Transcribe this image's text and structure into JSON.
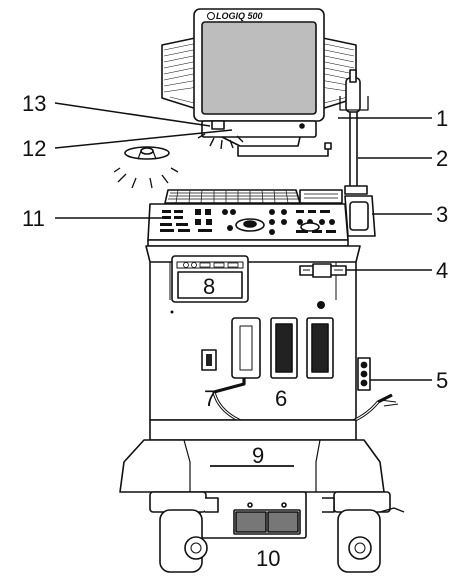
{
  "brand": "LOGIQ 500",
  "callouts": [
    {
      "id": "1",
      "label": "1"
    },
    {
      "id": "2",
      "label": "2"
    },
    {
      "id": "3",
      "label": "3"
    },
    {
      "id": "4",
      "label": "4"
    },
    {
      "id": "5",
      "label": "5"
    },
    {
      "id": "6",
      "label": "6"
    },
    {
      "id": "7",
      "label": "7"
    },
    {
      "id": "8",
      "label": "8"
    },
    {
      "id": "9",
      "label": "9"
    },
    {
      "id": "10",
      "label": "10"
    },
    {
      "id": "11",
      "label": "11"
    },
    {
      "id": "12",
      "label": "12"
    },
    {
      "id": "13",
      "label": "13"
    }
  ],
  "colors": {
    "line": "#111111",
    "screen": "#bdbdbd",
    "dark": "#222222",
    "fill": "#ffffff"
  }
}
